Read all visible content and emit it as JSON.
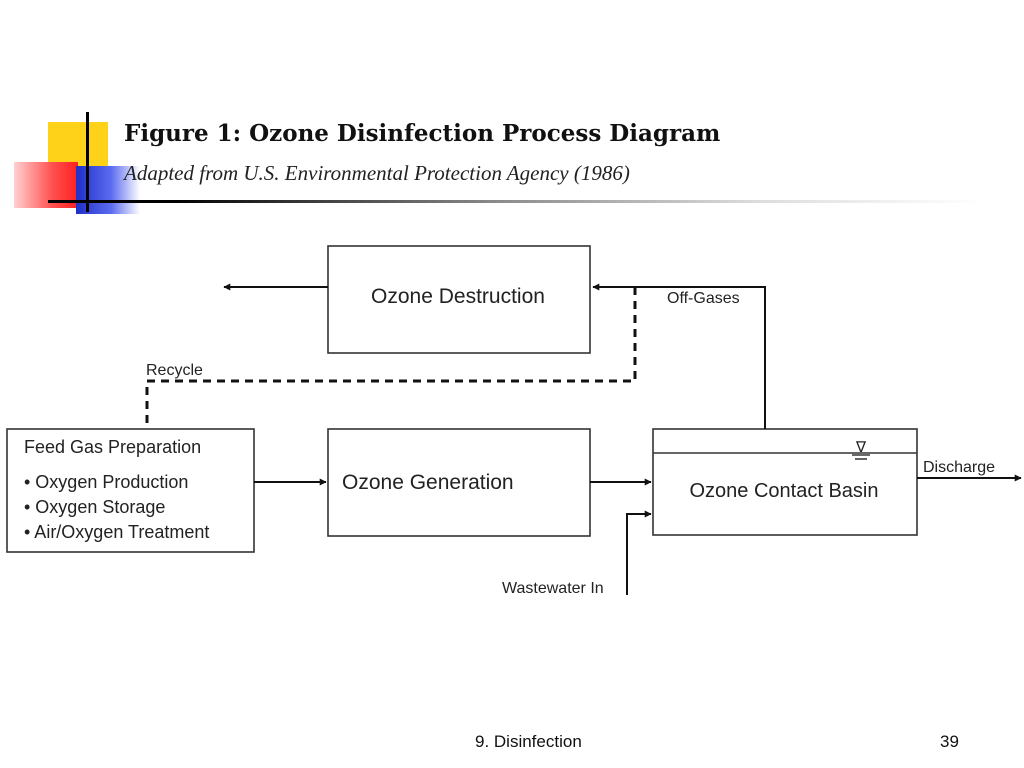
{
  "header": {
    "title": "Figure 1: Ozone Disinfection Process Diagram",
    "subtitle": "Adapted from U.S. Environmental Protection Agency (1986)"
  },
  "diagram": {
    "ozone_destruction": "Ozone Destruction",
    "ozone_generation": "Ozone Generation",
    "ozone_contact_basin": "Ozone Contact Basin",
    "feed_gas": {
      "title": "Feed Gas Preparation",
      "items": [
        "• Oxygen Production",
        "• Oxygen Storage",
        "• Air/Oxygen Treatment"
      ]
    },
    "labels": {
      "recycle": "Recycle",
      "off_gases": "Off-Gases",
      "discharge": "Discharge",
      "wastewater_in": "Wastewater In"
    },
    "water_level_symbol": "∇"
  },
  "footer": {
    "section": "9. Disinfection",
    "page": "39"
  }
}
